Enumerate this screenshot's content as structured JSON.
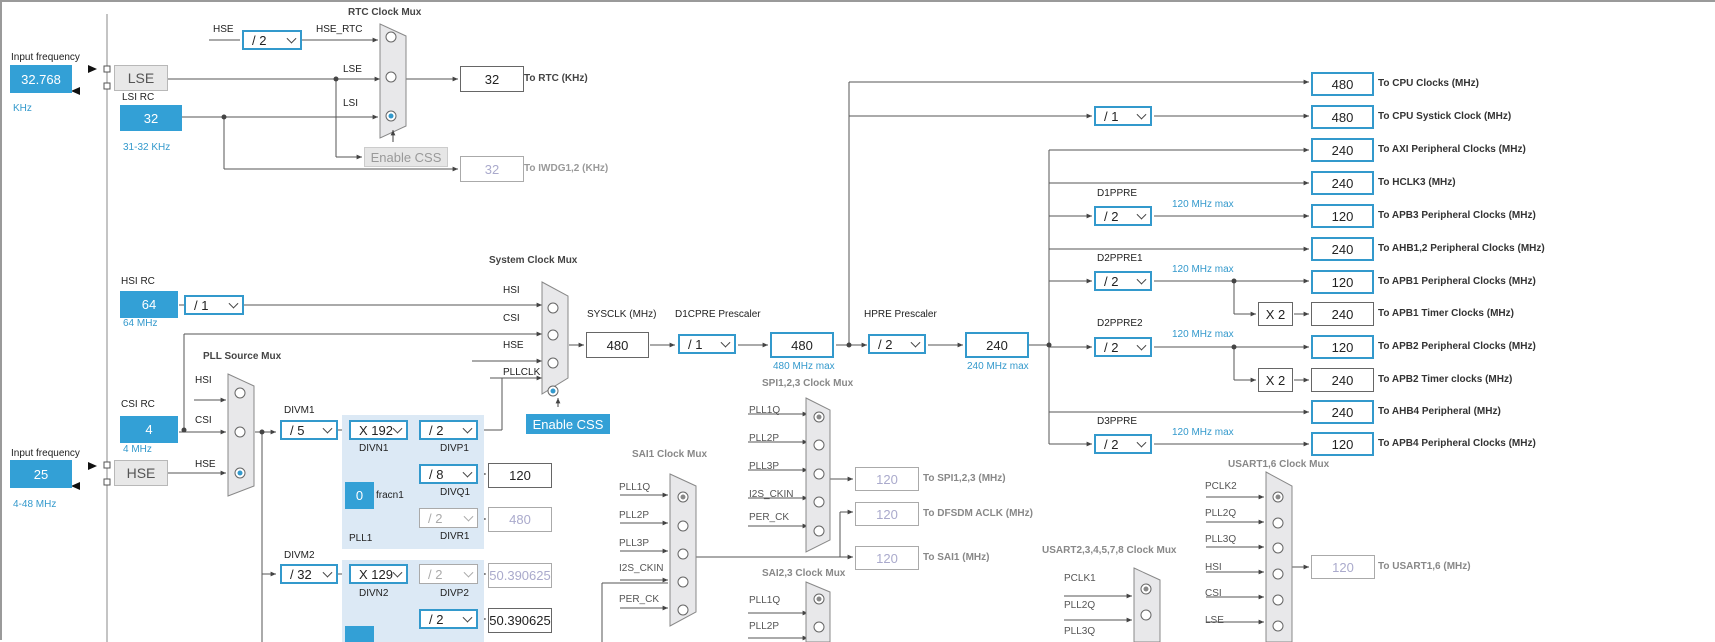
{
  "left": {
    "lse_input_label": "Input frequency",
    "lse_input_value": "32.768",
    "lse_unit": "KHz",
    "lse": "LSE",
    "lsi_label": "LSI RC",
    "lsi_value": "32",
    "lsi_range": "31-32 KHz",
    "hsi_label": "HSI RC",
    "hsi_value": "64",
    "hsi_freq": "64 MHz",
    "csi_label": "CSI RC",
    "csi_value": "4",
    "csi_freq": "4 MHz",
    "hse_input_label": "Input frequency",
    "hse_input_value": "25",
    "hse_range": "4-48 MHz",
    "hse": "HSE"
  },
  "rtc": {
    "title": "RTC Clock Mux",
    "hse": "HSE",
    "div": "/ 2",
    "hse_rtc": "HSE_RTC",
    "lse": "LSE",
    "lsi": "LSI",
    "out_value": "32",
    "out_label": "To RTC (KHz)",
    "css": "Enable CSS",
    "iwdg_value": "32",
    "iwdg_label": "To IWDG1,2 (KHz)"
  },
  "hsi_div": "/ 1",
  "system": {
    "title": "System Clock Mux",
    "in_hsi": "HSI",
    "in_csi": "CSI",
    "in_hse": "HSE",
    "in_pllclk": "PLLCLK",
    "css": "Enable CSS",
    "sysclk_label": "SYSCLK (MHz)",
    "sysclk_value": "480",
    "d1cpre_label": "D1CPRE Prescaler",
    "d1cpre_value": "/ 1",
    "cpu_value": "480",
    "cpu_max": "480 MHz max",
    "hpre_label": "HPRE Prescaler",
    "hpre_value": "/ 2",
    "hclk_value": "240",
    "hclk_max": "240 MHz max"
  },
  "pll_source": {
    "title": "PLL Source Mux",
    "hsi": "HSI",
    "csi": "CSI",
    "hse": "HSE"
  },
  "pll1": {
    "divm_label": "DIVM1",
    "divm": "/ 5",
    "divn": "X 192",
    "divn_label": "DIVN1",
    "divp": "/ 2",
    "divp_label": "DIVP1",
    "divq": "/ 8",
    "divq_label": "DIVQ1",
    "divq_out": "120",
    "frac": "0",
    "frac_label": "fracn1",
    "divr": "/ 2",
    "divr_label": "DIVR1",
    "divr_out": "480",
    "name": "PLL1"
  },
  "pll2": {
    "divm_label": "DIVM2",
    "divm": "/ 32",
    "divn": "X 129",
    "divn_label": "DIVN2",
    "divp": "/ 2",
    "divp_label": "DIVP2",
    "divp_out": "50.390625",
    "divq": "/ 2",
    "divq_out": "50.390625"
  },
  "outputs": [
    {
      "value": "480",
      "label": "To CPU Clocks (MHz)"
    },
    {
      "value": "480",
      "label": "To CPU Systick Clock (MHz)"
    },
    {
      "value": "240",
      "label": "To AXI Peripheral Clocks (MHz)"
    },
    {
      "value": "240",
      "label": "To HCLK3 (MHz)"
    },
    {
      "value": "120",
      "label": "To APB3 Peripheral Clocks (MHz)"
    },
    {
      "value": "240",
      "label": "To AHB1,2 Peripheral Clocks (MHz)"
    },
    {
      "value": "120",
      "label": "To APB1 Peripheral Clocks (MHz)"
    },
    {
      "value": "240",
      "label": "To APB1 Timer Clocks (MHz)"
    },
    {
      "value": "120",
      "label": "To APB2 Peripheral Clocks (MHz)"
    },
    {
      "value": "240",
      "label": "To APB2 Timer clocks (MHz)"
    },
    {
      "value": "240",
      "label": "To AHB4 Peripheral (MHz)"
    },
    {
      "value": "120",
      "label": "To APB4 Peripheral Clocks (MHz)"
    }
  ],
  "prescalers": {
    "systick_div": "/ 1",
    "d1ppre_label": "D1PPRE",
    "d1ppre": "/ 2",
    "d1ppre_max": "120 MHz max",
    "d2ppre1_label": "D2PPRE1",
    "d2ppre1": "/ 2",
    "d2ppre1_max": "120 MHz max",
    "d2ppre2_label": "D2PPRE2",
    "d2ppre2": "/ 2",
    "d2ppre2_max": "120 MHz max",
    "d3ppre_label": "D3PPRE",
    "d3ppre": "/ 2",
    "d3ppre_max": "120 MHz max",
    "x2_a": "X 2",
    "x2_b": "X 2"
  },
  "spi123": {
    "title": "SPI1,2,3 Clock Mux",
    "inputs": [
      "PLL1Q",
      "PLL2P",
      "PLL3P",
      "I2S_CKIN",
      "PER_CK"
    ],
    "out_value": "120",
    "out_label": "To SPI1,2,3 (MHz)",
    "dfsdm_value": "120",
    "dfsdm_label": "To DFSDM ACLK (MHz)"
  },
  "sai1": {
    "title": "SAI1 Clock Mux",
    "inputs": [
      "PLL1Q",
      "PLL2P",
      "PLL3P",
      "I2S_CKIN",
      "PER_CK"
    ],
    "out_value": "120",
    "out_label": "To SAI1 (MHz)"
  },
  "sai23": {
    "title": "SAI2,3 Clock Mux",
    "inputs": [
      "PLL1Q",
      "PLL2P"
    ]
  },
  "usart2": {
    "title": "USART2,3,4,5,7,8 Clock Mux",
    "inputs": [
      "PCLK1",
      "PLL2Q",
      "PLL3Q"
    ]
  },
  "usart16": {
    "title": "USART1,6 Clock Mux",
    "inputs": [
      "PCLK2",
      "PLL2Q",
      "PLL3Q",
      "HSI",
      "CSI",
      "LSE"
    ],
    "out_value": "120",
    "out_label": "To USART1,6 (MHz)"
  }
}
